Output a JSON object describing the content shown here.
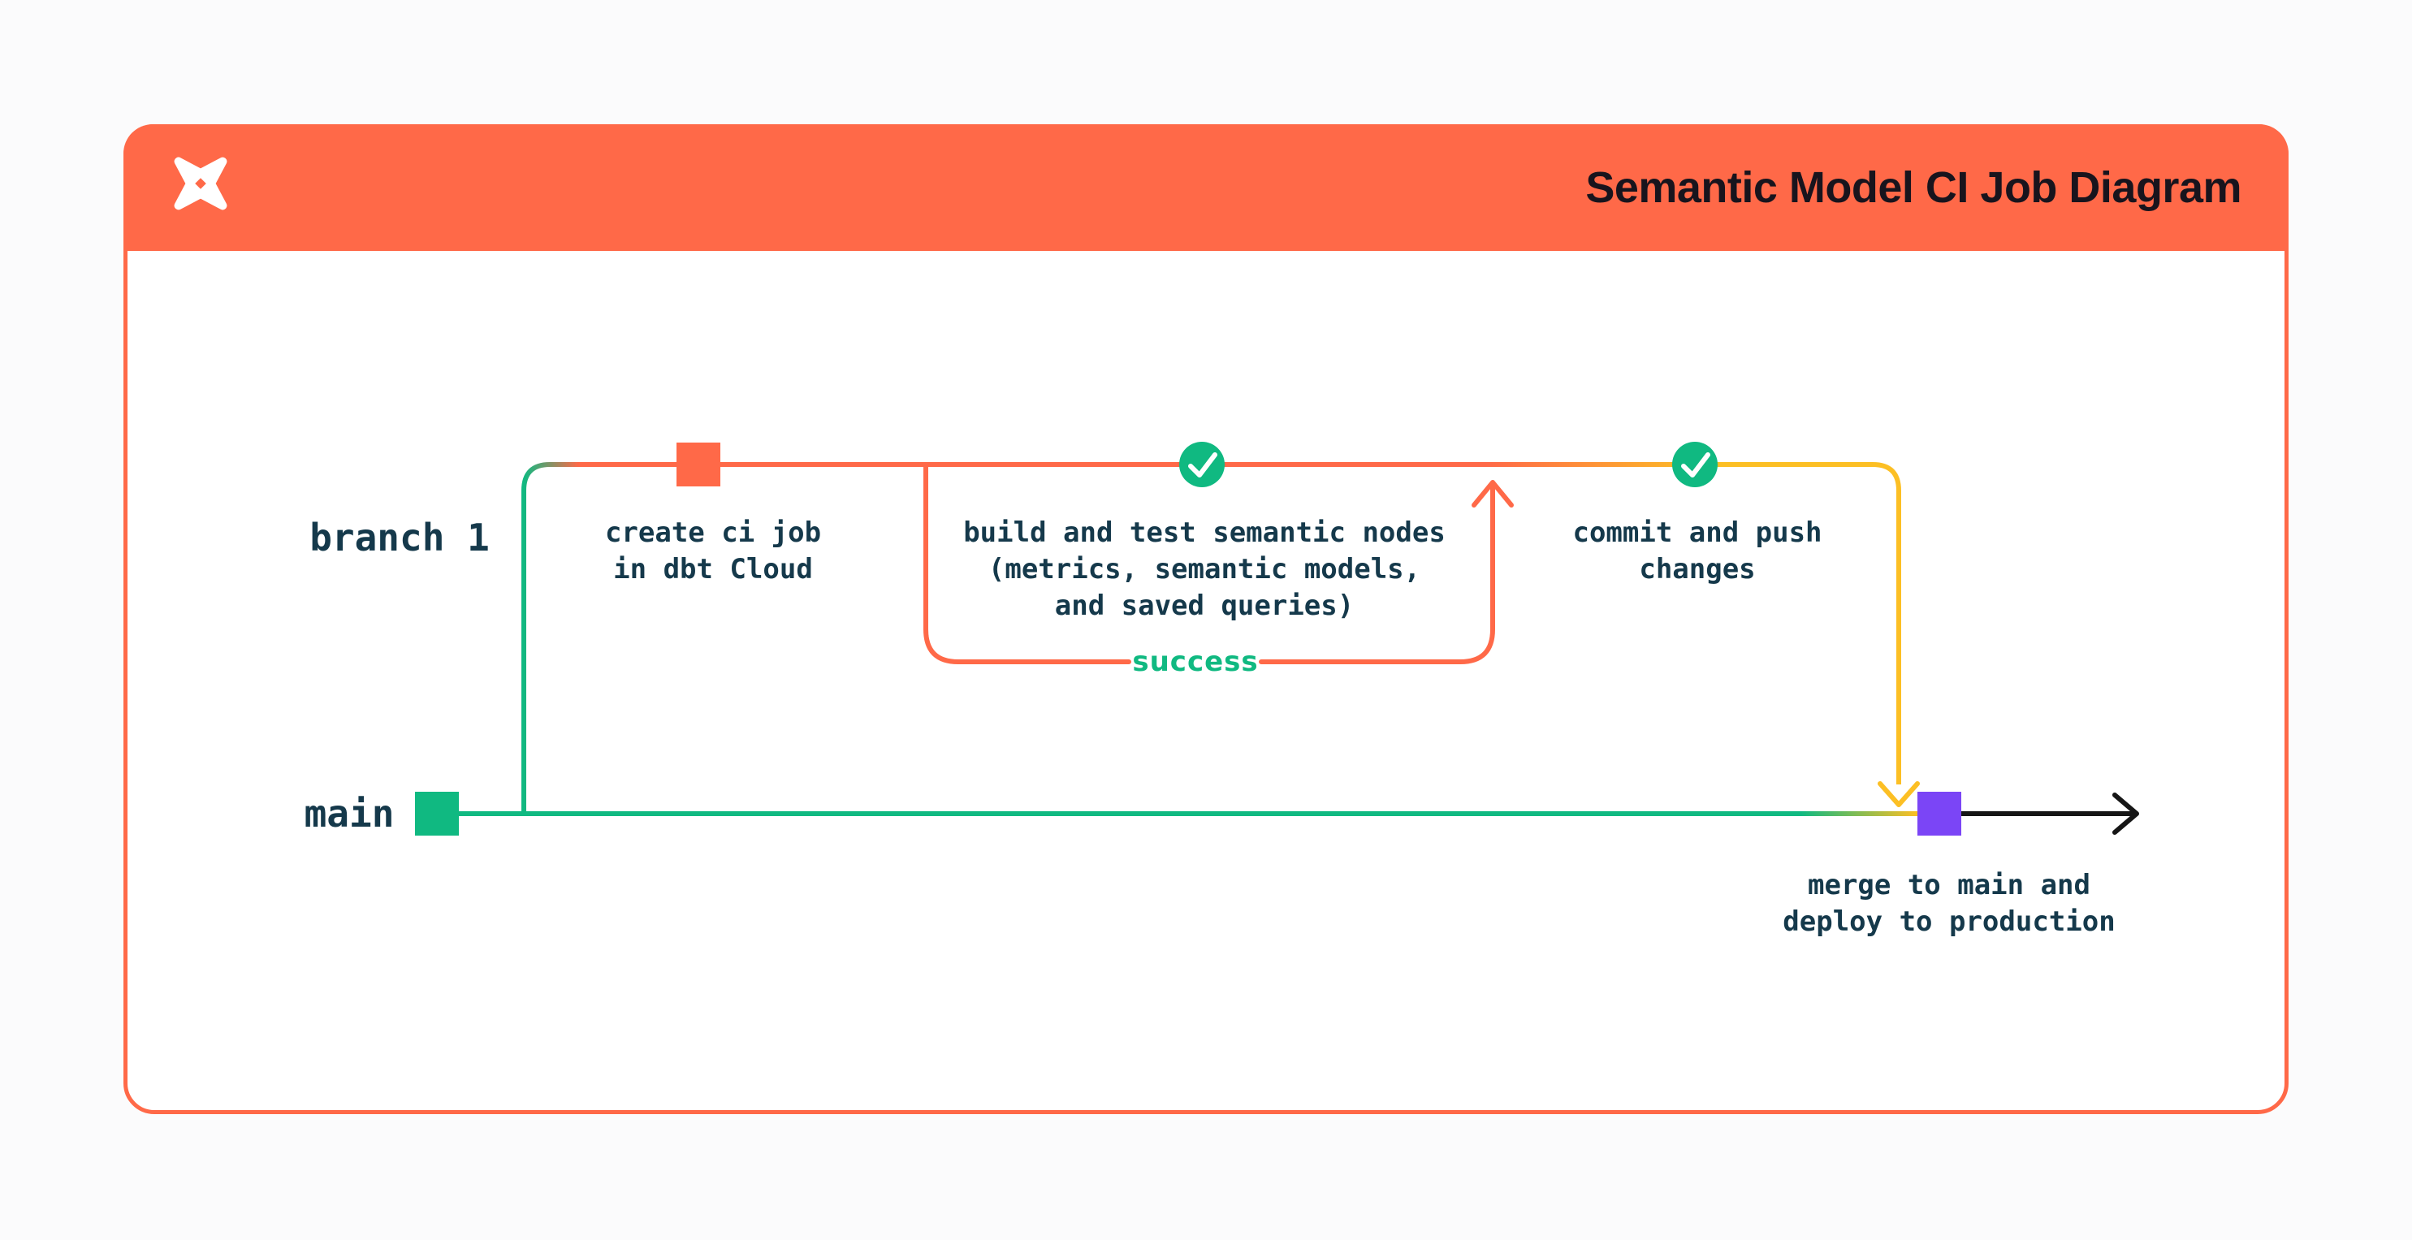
{
  "header": {
    "title": "Semantic Model CI Job Diagram",
    "logo_icon": "dbt-logo-icon"
  },
  "lanes": {
    "branch_label": "branch 1",
    "main_label": "main"
  },
  "nodes": {
    "create_ci": {
      "label": "create ci job\nin dbt Cloud",
      "marker": "commit-square",
      "marker_color": "#FF6948"
    },
    "build_test": {
      "label": "build and test semantic nodes\n(metrics, semantic models,\nand saved queries)",
      "marker": "check-circle",
      "marker_color": "#10B981"
    },
    "commit_push": {
      "label": "commit and push\nchanges",
      "marker": "check-circle",
      "marker_color": "#10B981"
    },
    "merge_deploy": {
      "label": "merge to main and\ndeploy to production",
      "marker": "commit-square",
      "marker_color": "#7B45F6"
    }
  },
  "edges": {
    "success_label": "success",
    "branch_line_gradient": [
      "#10B981",
      "#FF6948",
      "#FCBF24"
    ],
    "main_line_gradient": [
      "#10B981",
      "#FCBF24"
    ],
    "loop_color": "#FF6948",
    "deploy_arrow_color": "#161616"
  },
  "icons": [
    "dbt-logo-icon",
    "check-icon",
    "arrow-up-icon",
    "arrow-down-icon",
    "arrow-right-icon"
  ],
  "colors": {
    "page_bg": "#FBFBFC",
    "card_bg": "#FFFFFF",
    "header_bg": "#FF6948",
    "card_border": "#FF6948",
    "orange": "#FF6948",
    "green": "#10B981",
    "yellow": "#FCBF24",
    "purple": "#7B45F6",
    "text_dark": "#15394B",
    "title_color": "#18141D",
    "arrow_black": "#161616"
  }
}
